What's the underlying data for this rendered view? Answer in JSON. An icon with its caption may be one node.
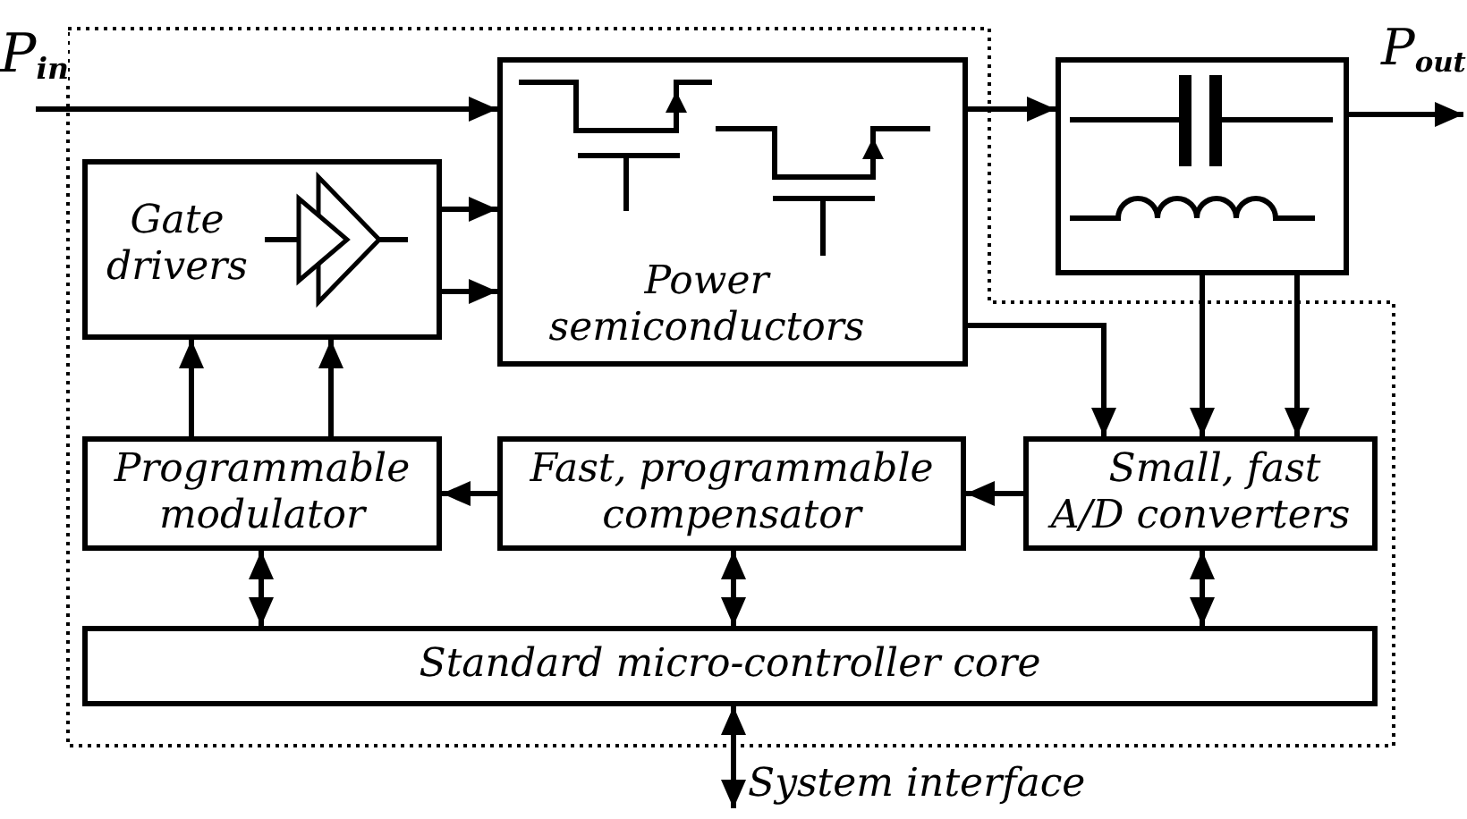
{
  "diagram": {
    "nodes": [
      {
        "text": [],
        "shape": "box"
      },
      {
        "text": [
          "Power semiconductors"
        ],
        "in": 0
      },
      {
        "text": [],
        "shape": "box"
      },
      {
        "text": [
          "Gate drivers"
        ],
        "in": 0
      },
      {
        "text": [
          "Programmable modulator"
        ],
        "in": 0
      },
      {
        "text": [
          "Fast, programmable compensator"
        ],
        "in": 0
      },
      {
        "text": [
          "Small, fast A/D converters"
        ],
        "in": 0
      },
      {
        "text": [
          "Standard micro-controller core"
        ],
        "in": 0
      }
    ],
    "edges": [
      {
        "from": null,
        "to": 1,
        "arrow": "to",
        "label": "P$_{in}$"
      },
      {
        "from": 1,
        "to": 2,
        "arrow": "to"
      },
      {
        "from": 2,
        "to": null,
        "arrow": "to",
        "label": "P$_{out}$"
      },
      {
        "from": 3,
        "to": 1,
        "arrow": "to"
      },
      {
        "from": 3,
        "to": 1,
        "arrow": "to"
      },
      {
        "from": 4,
        "to": 3,
        "arrow": "to"
      },
      {
        "from": 4,
        "to": 3,
        "arrow": "to"
      },
      {
        "from": 5,
        "to": 4,
        "arrow": "to"
      },
      {
        "from": 6,
        "to": 5,
        "arrow": "to"
      },
      {
        "from": 1,
        "to": 6,
        "arrow": "to"
      },
      {
        "from": 2,
        "to": 6,
        "arrow": "to"
      },
      {
        "from": 2,
        "to": 6,
        "arrow": "to"
      },
      {
        "from": 4,
        "to": 7,
        "arrow": "both"
      },
      {
        "from": 5,
        "to": 7,
        "arrow": "both"
      },
      {
        "from": 6,
        "to": 7,
        "arrow": "both"
      },
      {
        "from": 7,
        "to": null,
        "arrow": "both",
        "label": "System interface"
      }
    ]
  }
}
